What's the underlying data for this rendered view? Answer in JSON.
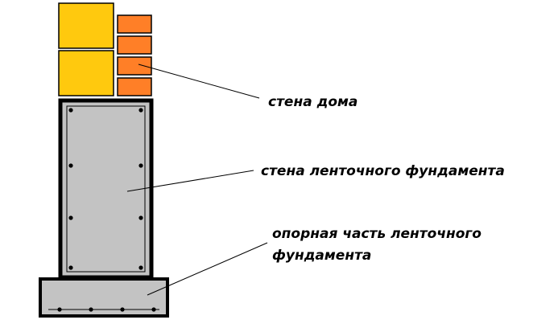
{
  "labels": {
    "house_wall": "стена дома",
    "strip_foundation_wall": "стена ленточного фундамента",
    "strip_foundation_support_line1": "опорная часть ленточного",
    "strip_foundation_support_line2": "фундамента"
  },
  "colors": {
    "block_yellow": "#ffc90e",
    "brick_orange": "#ff7f27",
    "concrete_gray": "#c3c3c3",
    "outline": "#000000",
    "background": "#ffffff"
  }
}
